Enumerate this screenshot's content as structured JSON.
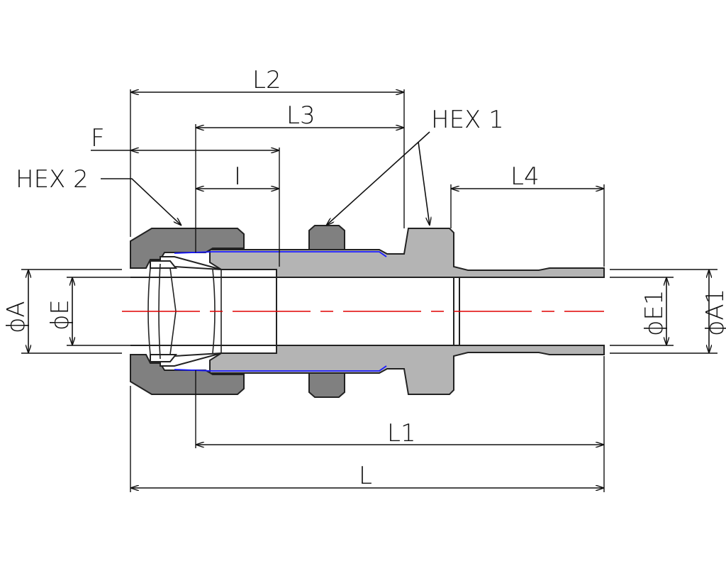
{
  "labels": {
    "l2": "L2",
    "l3": "L3",
    "f": "F",
    "i": "I",
    "hex1": "HEX 1",
    "hex2": "HEX 2",
    "l4": "L4",
    "l1": "L1",
    "l": "L",
    "phi_a": "ϕA",
    "phi_e": "ϕE",
    "phi_e1": "ϕE1",
    "phi_a1": "ϕA1"
  },
  "colors": {
    "body_fill": "#b4b4b4",
    "nut_fill": "#808080",
    "centerline": "#e00000",
    "seal_line": "#1a1aff",
    "outline": "#222222",
    "dimension": "#111111"
  }
}
